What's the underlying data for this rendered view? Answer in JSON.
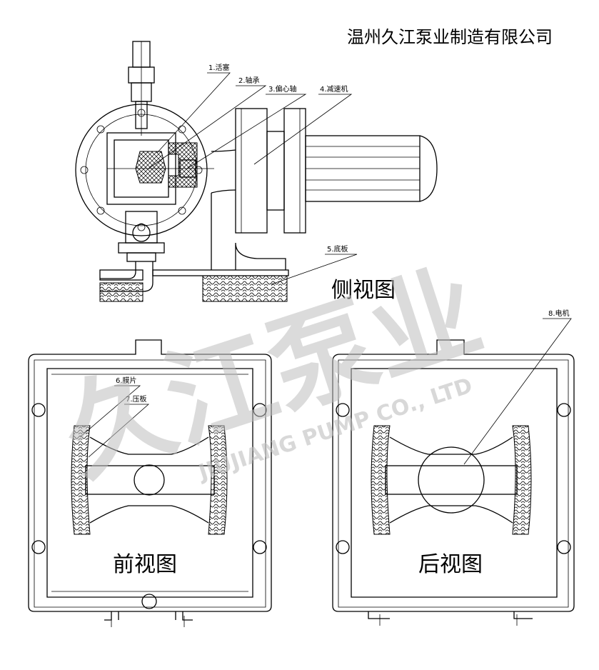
{
  "company_name": "温州久江泵业制造有限公司",
  "views": {
    "side": "侧视图",
    "front": "前视图",
    "rear": "后视图"
  },
  "callouts": [
    {
      "id": "piston",
      "text": "1.活塞"
    },
    {
      "id": "bearing",
      "text": "2.轴承"
    },
    {
      "id": "eccentric-shaft",
      "text": "3.偏心轴"
    },
    {
      "id": "reducer",
      "text": "4.减速机"
    },
    {
      "id": "base-plate",
      "text": "5.底板"
    },
    {
      "id": "diaphragm",
      "text": "6.膜片"
    },
    {
      "id": "pressure-plate",
      "text": "7.压板"
    },
    {
      "id": "motor",
      "text": "8.电机"
    }
  ],
  "watermark": {
    "brand": "久江泵业",
    "english": "JIUJIANG PUMP CO., LTD"
  }
}
